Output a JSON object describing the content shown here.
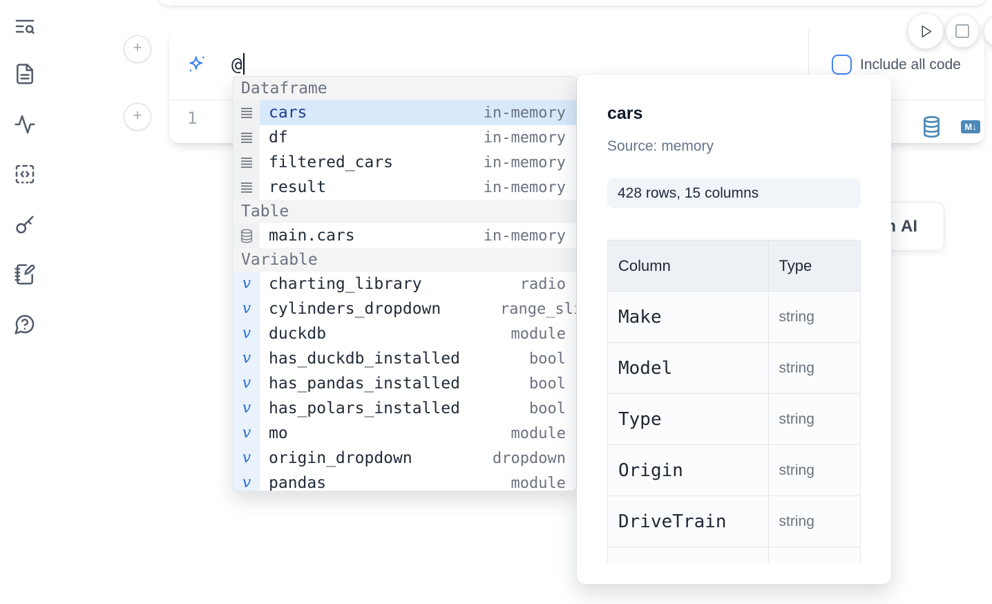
{
  "sidebar": {
    "icons": [
      "list-search-icon",
      "document-icon",
      "activity-icon",
      "code-snippet-icon",
      "key-icon",
      "notebook-pen-icon",
      "help-chat-icon"
    ]
  },
  "cell": {
    "add_cell_top_label": "+",
    "add_cell_bottom_label": "+",
    "ai_prompt": {
      "value": "@",
      "icon": "ai-sparkle-icon"
    },
    "include_all_code": {
      "label": "Include all code",
      "checked": false
    },
    "code": {
      "line_number": "1",
      "content": ""
    },
    "markdown_badge": "M↓",
    "language_icons": [
      "database-icon",
      "markdown-icon"
    ]
  },
  "run_controls": {
    "run_icon": "play-icon",
    "stop_icon": "stop-icon"
  },
  "ai_button": {
    "visible_fragment": "h",
    "label": "AI"
  },
  "autocomplete": {
    "sections": [
      {
        "label": "Dataframe",
        "items": [
          {
            "name": "cars",
            "detail": "in-memory",
            "icon": "dataframe",
            "selected": true
          },
          {
            "name": "df",
            "detail": "in-memory",
            "icon": "dataframe"
          },
          {
            "name": "filtered_cars",
            "detail": "in-memory",
            "icon": "dataframe"
          },
          {
            "name": "result",
            "detail": "in-memory",
            "icon": "dataframe"
          }
        ]
      },
      {
        "label": "Table",
        "items": [
          {
            "name": "main.cars",
            "detail": "in-memory",
            "icon": "table"
          }
        ]
      },
      {
        "label": "Variable",
        "items": [
          {
            "name": "charting_library",
            "detail": "radio",
            "icon": "variable"
          },
          {
            "name": "cylinders_dropdown",
            "detail": "range_slider",
            "icon": "variable",
            "detail_clipped": true
          },
          {
            "name": "duckdb",
            "detail": "module",
            "icon": "variable"
          },
          {
            "name": "has_duckdb_installed",
            "detail": "bool",
            "icon": "variable"
          },
          {
            "name": "has_pandas_installed",
            "detail": "bool",
            "icon": "variable"
          },
          {
            "name": "has_polars_installed",
            "detail": "bool",
            "icon": "variable"
          },
          {
            "name": "mo",
            "detail": "module",
            "icon": "variable"
          },
          {
            "name": "origin_dropdown",
            "detail": "dropdown",
            "icon": "variable"
          },
          {
            "name": "pandas",
            "detail": "module",
            "icon": "variable"
          }
        ]
      }
    ]
  },
  "preview_panel": {
    "title": "cars",
    "source": "Source: memory",
    "shape_badge": "428 rows, 15 columns",
    "table": {
      "headers": [
        "Column",
        "Type"
      ],
      "rows": [
        {
          "column": "Make",
          "type": "string"
        },
        {
          "column": "Model",
          "type": "string"
        },
        {
          "column": "Type",
          "type": "string"
        },
        {
          "column": "Origin",
          "type": "string"
        },
        {
          "column": "DriveTrain",
          "type": "string"
        }
      ]
    }
  },
  "colors": {
    "accent_blue": "#3b82f6",
    "steel_blue": "#4d89b8",
    "selected_row_bg": "#d8e9fb",
    "selected_row_text": "#1e3d8f"
  }
}
